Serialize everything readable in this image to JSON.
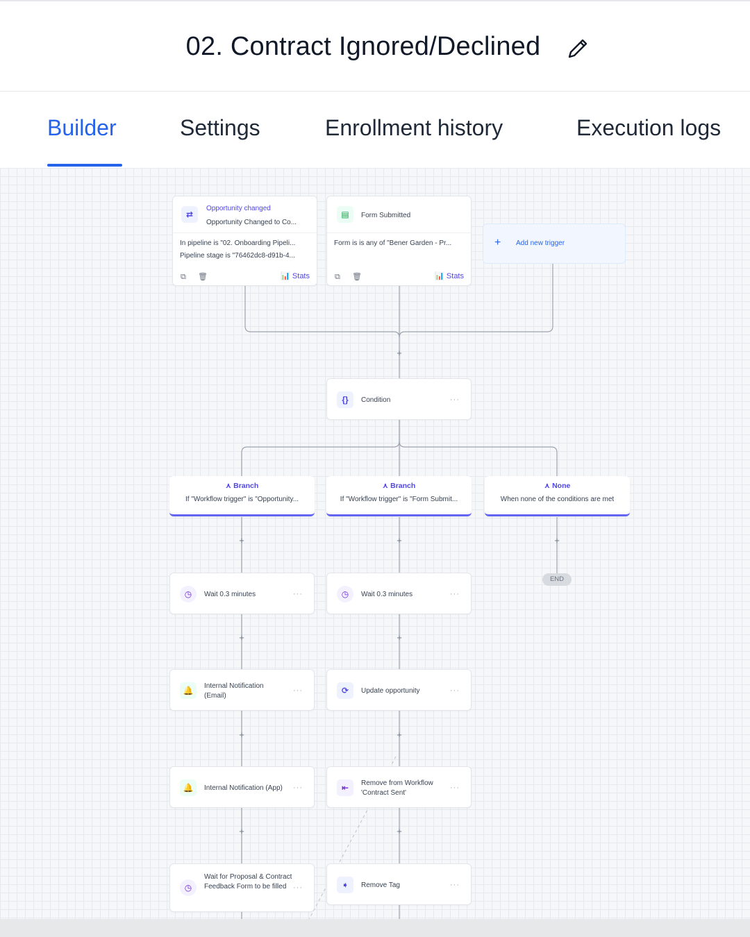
{
  "header": {
    "title": "02. Contract Ignored/Declined"
  },
  "tabs": [
    {
      "label": "Builder",
      "active": true
    },
    {
      "label": "Settings"
    },
    {
      "label": "Enrollment history"
    },
    {
      "label": "Execution logs"
    }
  ],
  "colors": {
    "accent": "#2563eb",
    "branch": "#6366f1",
    "canvas": "#f6f7f9"
  },
  "triggers": [
    {
      "title": "Opportunity changed",
      "subtitle": "Opportunity Changed to Co...",
      "line1": "In pipeline is \"02. Onboarding Pipeli...",
      "line2": "Pipeline stage is \"76462dc8-d91b-4...",
      "stats": "Stats",
      "icon": "arrows-icon"
    },
    {
      "title": "Form Submitted",
      "line1": "Form is is any of \"Bener Garden - Pr...",
      "stats": "Stats",
      "icon": "form-icon"
    }
  ],
  "add_trigger": {
    "label": "Add new trigger"
  },
  "condition": {
    "label": "Condition",
    "more": "···"
  },
  "branches": [
    {
      "title": "Branch",
      "desc": "If \"Workflow trigger\" is \"Opportunity..."
    },
    {
      "title": "Branch",
      "desc": "If \"Workflow trigger\" is \"Form Submit..."
    },
    {
      "title": "None",
      "desc": "When none of the conditions are met"
    }
  ],
  "end_label": "END",
  "plus": "+",
  "left_actions": [
    {
      "label": "Wait 0.3 minutes",
      "icon": "clock-icon"
    },
    {
      "label": "Internal Notification (Email)",
      "icon": "bell-icon"
    },
    {
      "label": "Internal Notification (App)",
      "icon": "bell-icon"
    },
    {
      "label": "Wait for Proposal & Contract Feedback Form to be filled",
      "icon": "clock-icon"
    }
  ],
  "mid_actions": [
    {
      "label": "Wait 0.3 minutes",
      "icon": "clock-icon"
    },
    {
      "label": "Update opportunity",
      "icon": "update-icon"
    },
    {
      "label": "Remove from Workflow 'Contract Sent'",
      "icon": "remove-workflow-icon"
    },
    {
      "label": "Remove Tag",
      "icon": "tag-icon"
    }
  ]
}
